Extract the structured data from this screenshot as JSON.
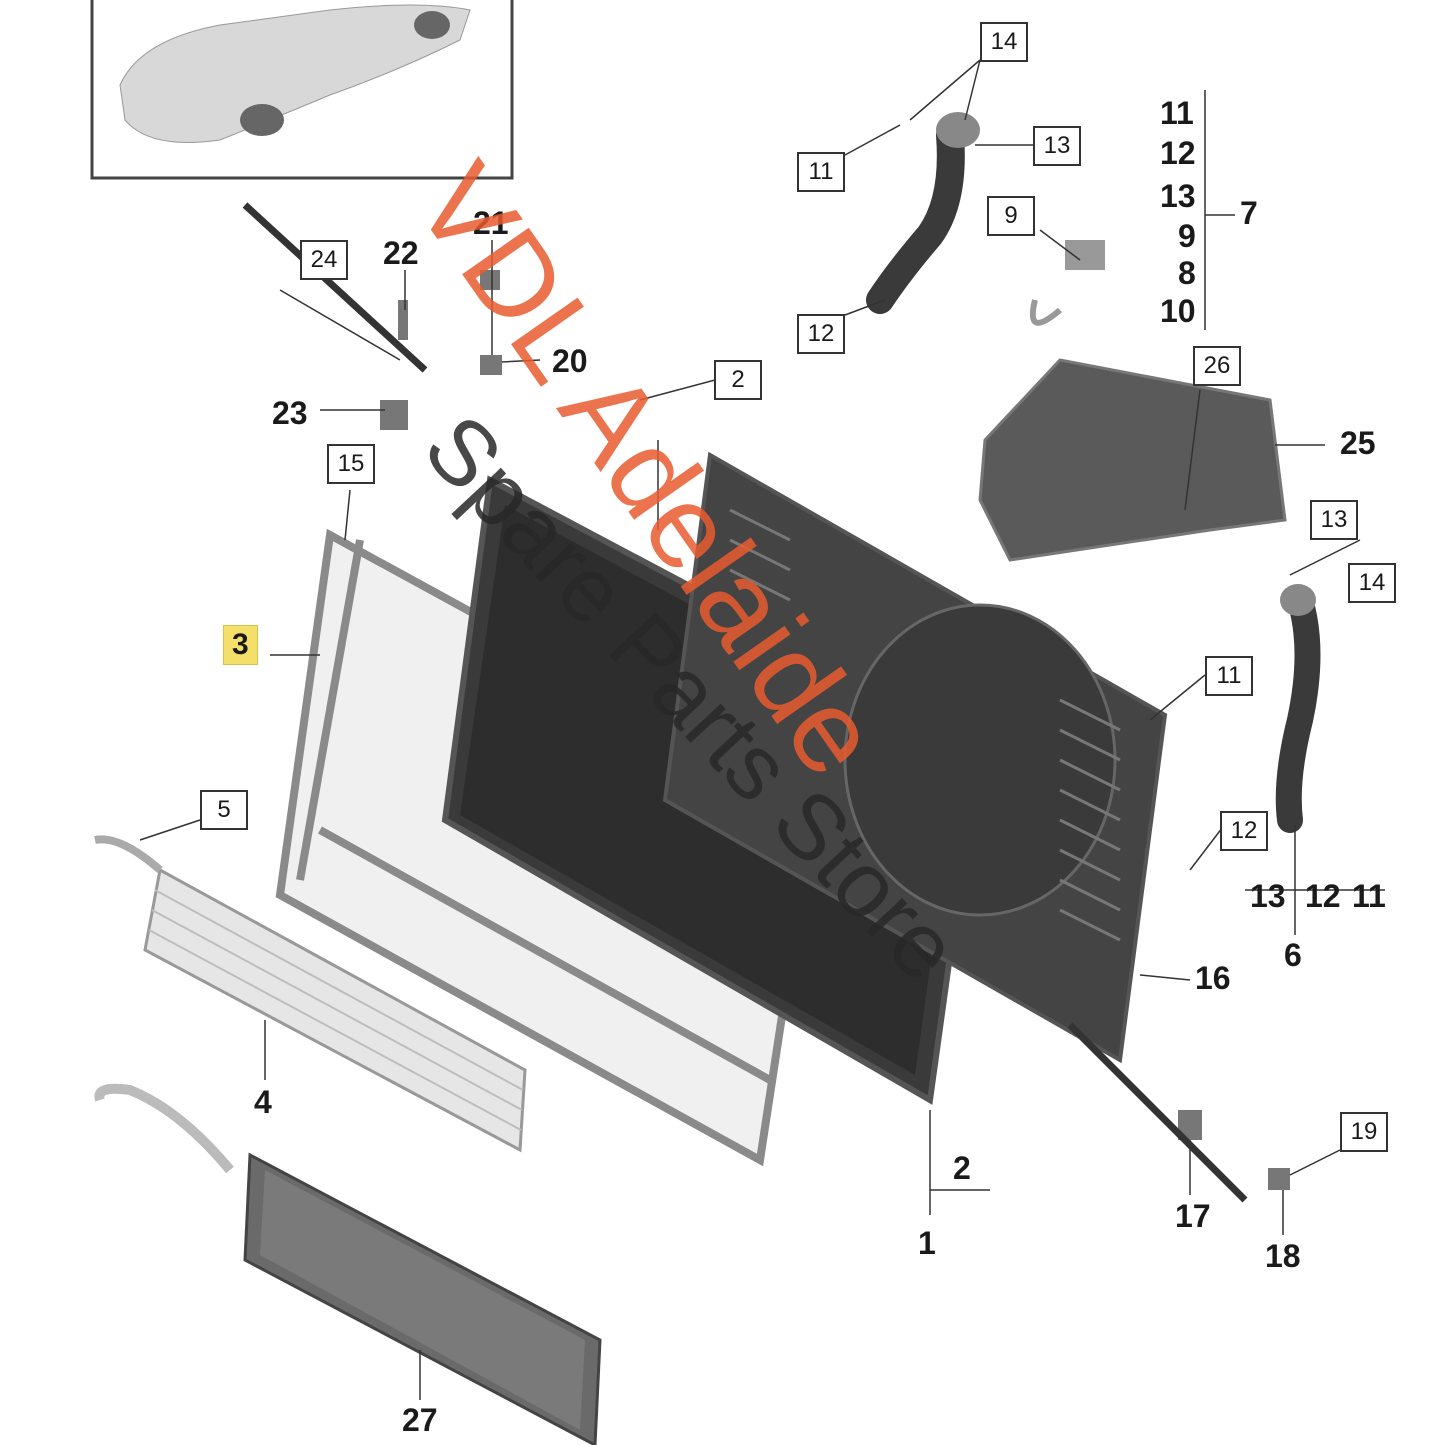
{
  "diagram": {
    "callouts": [
      {
        "id": "c14a",
        "text": "14",
        "boxed": true
      },
      {
        "id": "c13a",
        "text": "13",
        "boxed": true
      },
      {
        "id": "c11a",
        "text": "11",
        "boxed": true
      },
      {
        "id": "c9a",
        "text": "9",
        "boxed": true
      },
      {
        "id": "c12a",
        "text": "12",
        "boxed": true
      },
      {
        "id": "c2a",
        "text": "2",
        "boxed": true
      },
      {
        "id": "c24",
        "text": "24",
        "boxed": true
      },
      {
        "id": "c22",
        "text": "22",
        "boxed": false
      },
      {
        "id": "c21",
        "text": "21",
        "boxed": false
      },
      {
        "id": "c20",
        "text": "20",
        "boxed": false
      },
      {
        "id": "c23",
        "text": "23",
        "boxed": false
      },
      {
        "id": "c15",
        "text": "15",
        "boxed": true
      },
      {
        "id": "c3",
        "text": "3",
        "boxed": false,
        "highlight": true
      },
      {
        "id": "c26",
        "text": "26",
        "boxed": true
      },
      {
        "id": "c25",
        "text": "25",
        "boxed": false
      },
      {
        "id": "c13b",
        "text": "13",
        "boxed": true
      },
      {
        "id": "c14b",
        "text": "14",
        "boxed": true
      },
      {
        "id": "c11b",
        "text": "11",
        "boxed": true
      },
      {
        "id": "c12b",
        "text": "12",
        "boxed": true
      },
      {
        "id": "c6",
        "text": "6",
        "boxed": false
      },
      {
        "id": "c16",
        "text": "16",
        "boxed": false
      },
      {
        "id": "c5",
        "text": "5",
        "boxed": true
      },
      {
        "id": "c4",
        "text": "4",
        "boxed": false
      },
      {
        "id": "c2b",
        "text": "2",
        "boxed": false
      },
      {
        "id": "c1",
        "text": "1",
        "boxed": false
      },
      {
        "id": "c17",
        "text": "17",
        "boxed": false
      },
      {
        "id": "c19",
        "text": "19",
        "boxed": true
      },
      {
        "id": "c18",
        "text": "18",
        "boxed": false
      },
      {
        "id": "c27",
        "text": "27",
        "boxed": false
      }
    ],
    "group_7": {
      "items": [
        "11",
        "12",
        "13",
        "9",
        "8",
        "10"
      ],
      "label": "7"
    },
    "group_6": {
      "items": [
        "13",
        "12",
        "11"
      ]
    }
  },
  "watermark": {
    "brand": "VDL Adelaide",
    "store": "Spare Parts Store",
    "brand_color": "#e85c30"
  }
}
